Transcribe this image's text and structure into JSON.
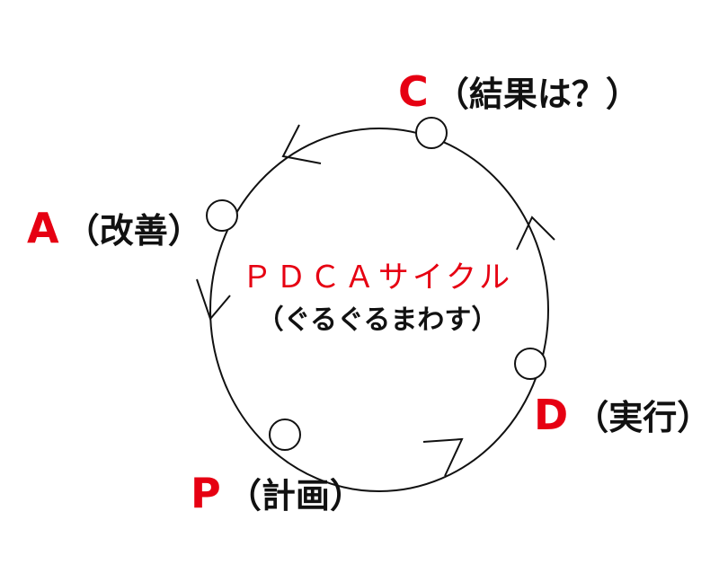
{
  "colors": {
    "accent": "#e60012",
    "ink": "#111111",
    "line": "#111111",
    "background": "#ffffff"
  },
  "center": {
    "title": "ＰＤＣＡサイクル",
    "subtitle": "（ぐるぐるまわす）"
  },
  "stages": {
    "c": {
      "letter": "C",
      "label": "（結果は？）"
    },
    "a": {
      "letter": "A",
      "label": "（改善）"
    },
    "d": {
      "letter": "D",
      "label": "（実行）"
    },
    "p": {
      "letter": "P",
      "label": "（計画）"
    }
  }
}
